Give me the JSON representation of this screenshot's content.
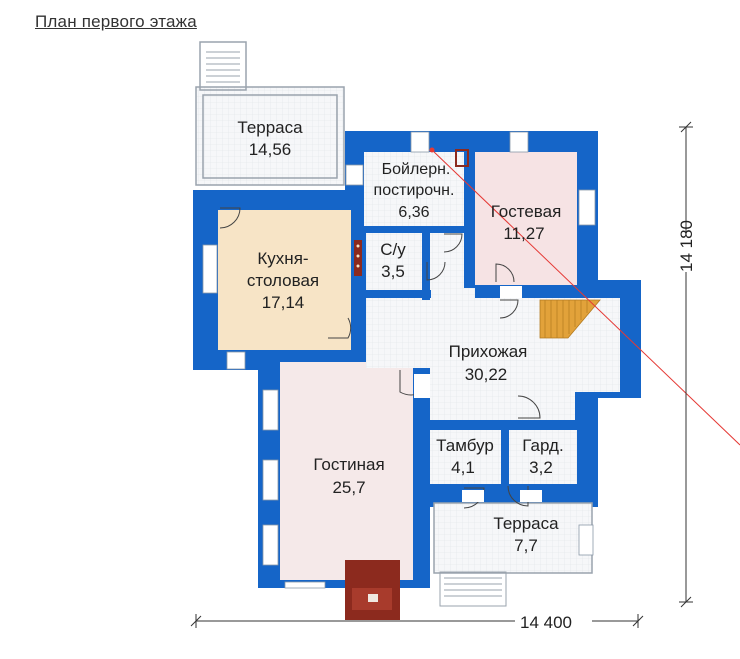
{
  "title": "План первого этажа",
  "rooms": [
    {
      "name": "Терраса",
      "area": "14,56"
    },
    {
      "name": "Бойлерн.",
      "name2": "постирочн.",
      "area": "6,36"
    },
    {
      "name": "Гостевая",
      "area": "11,27"
    },
    {
      "name": "Кухня-",
      "name2": "столовая",
      "area": "17,14"
    },
    {
      "name": "С/у",
      "area": "3,5"
    },
    {
      "name": "Прихожая",
      "area": "30,22"
    },
    {
      "name": "Гостиная",
      "area": "25,7"
    },
    {
      "name": "Тамбур",
      "area": "4,1"
    },
    {
      "name": "Гард.",
      "area": "3,2"
    },
    {
      "name": "Терраса",
      "area": "7,7"
    }
  ],
  "dimensions": {
    "width": "14 400",
    "height": "14 180"
  },
  "colors": {
    "wall": "#1565c8",
    "floor": "#f4f6f8",
    "kitchen": "#f7e4c6",
    "living": "#f5e9e9",
    "guest": "#f6e3e4",
    "stairs": "#e2a23a",
    "fireplace": "#8c2a1e"
  }
}
